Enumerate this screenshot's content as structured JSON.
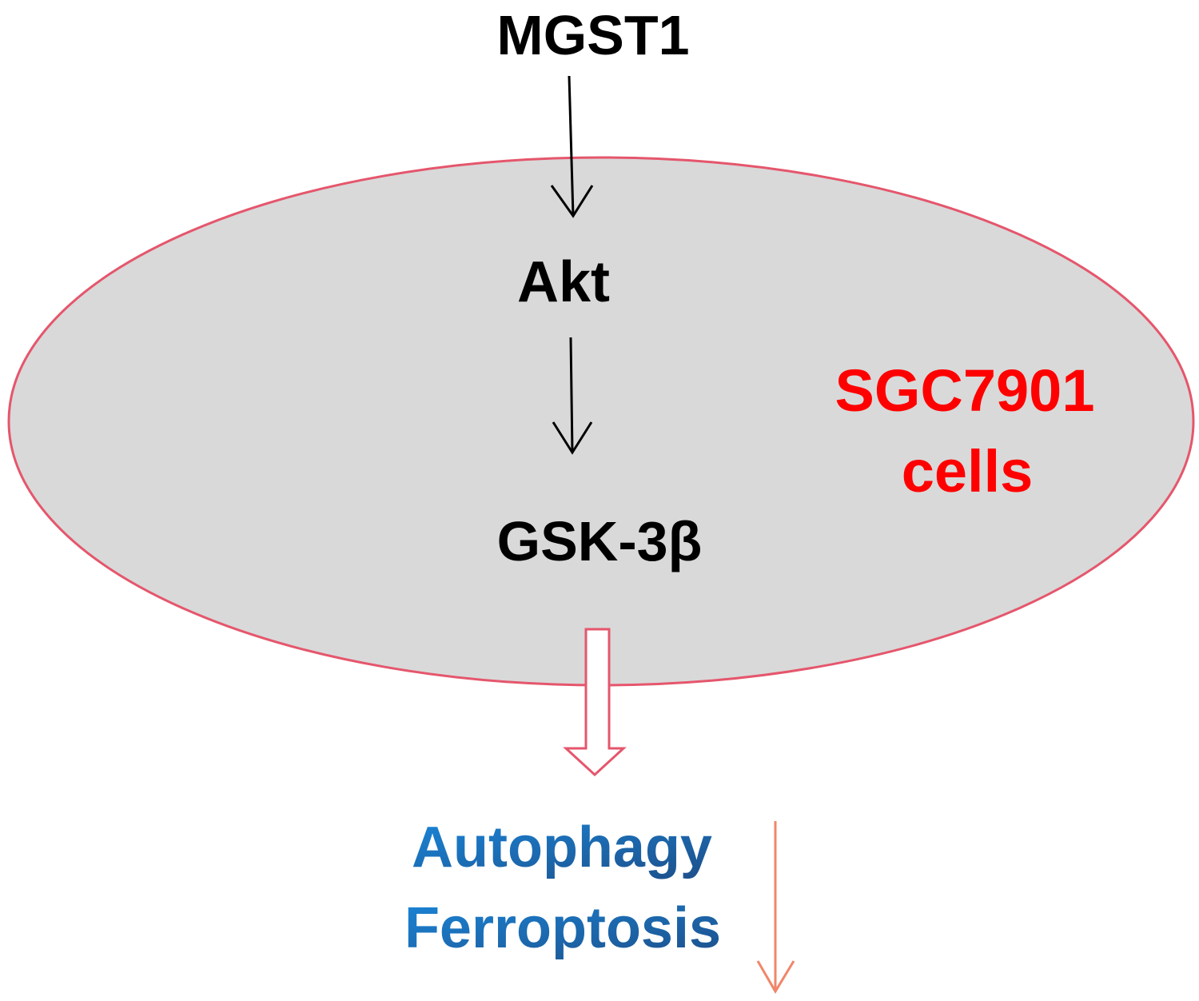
{
  "nodes": {
    "top": "MGST1",
    "middle": "Akt",
    "lower": "GSK-3β",
    "cell_line": "SGC7901",
    "cell_suffix": "cells",
    "outcome_1": "Autophagy",
    "outcome_2": "Ferroptosis"
  },
  "colors": {
    "cell_fill": "#d9d9d9",
    "cell_border": "#e5566c",
    "cell_label": "#ff0000",
    "outcome_gradient_start": "#1a86d8",
    "outcome_gradient_end": "#1d4f8a",
    "decrease_arrow": "#f0866a"
  }
}
